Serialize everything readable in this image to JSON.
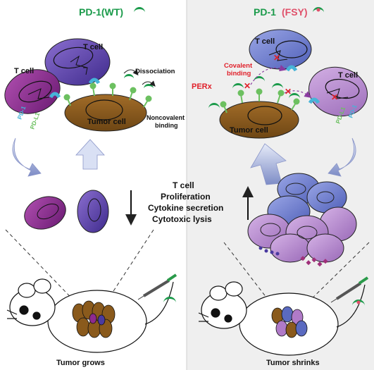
{
  "left_panel": {
    "title": "PD-1(WT)",
    "labels": {
      "t_cell_top": "T cell",
      "t_cell_left": "T cell",
      "dissociation": "Dissociation",
      "tumor_cell": "Tumor cell",
      "noncovalent_line1": "Noncovalent",
      "noncovalent_line2": "binding",
      "pd1": "PD-1",
      "pdl1": "PD-L1"
    },
    "caption": "Tumor grows"
  },
  "right_panel": {
    "title_main": "PD-1",
    "title_variant": "(FSY)",
    "labels": {
      "t_cell_top": "T cell",
      "t_cell_right": "T cell",
      "covalent_line1": "Covalent",
      "covalent_line2": "binding",
      "perx": "PERx",
      "tumor_cell": "Tumor cell",
      "pd1": "PD-1",
      "pdl1": "PD-L1"
    },
    "caption": "Tumor shrinks"
  },
  "center_text": {
    "lines": [
      "T cell",
      "Proliferation",
      "Cytokine secretion",
      "Cytotoxic lysis"
    ]
  },
  "colors": {
    "title_green": "#1a9a4a",
    "red_label": "#e0202a",
    "right_bg": "#efefef",
    "tumor_brown": "#8a5a1c",
    "t_cell_purple": "#6b4aa8",
    "t_cell_magenta": "#8e2a8e",
    "t_cell_lilac": "#b07ac8",
    "pd1_cyan": "#46b4d8",
    "pdl1_green": "#6cc060",
    "arrow_fill": "#c9d2ec"
  }
}
